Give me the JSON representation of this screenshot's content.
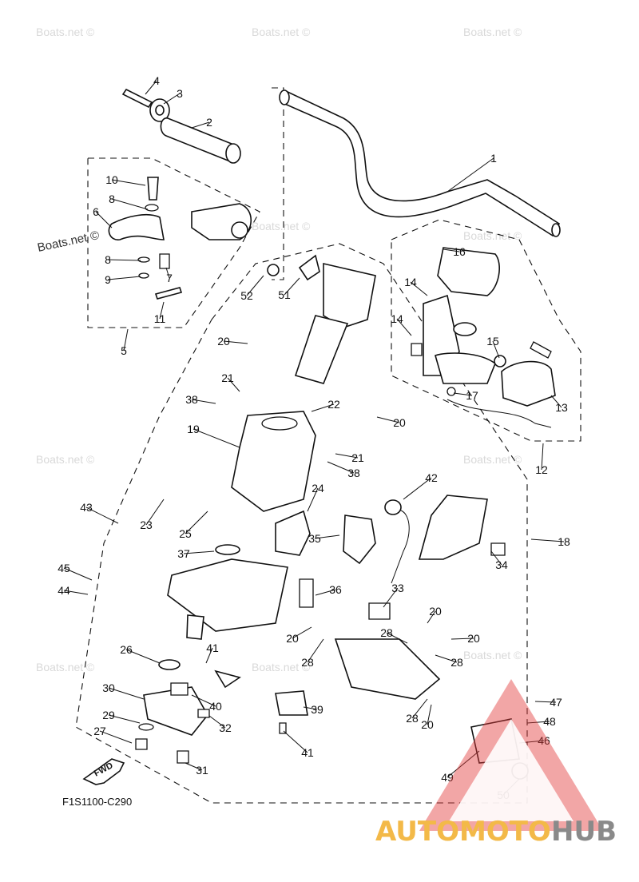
{
  "diagram": {
    "drawing_code": "F1S1100-C290",
    "fwd_label": "FWD",
    "watermark_text": "Boats.net ©",
    "brand": {
      "part1": "AUTOMOTO",
      "part2": "HUB",
      "color1": "#f3b948",
      "color2": "#8a8a8a",
      "triangle_color": "#e23a3a"
    },
    "callouts": [
      "1",
      "2",
      "3",
      "4",
      "5",
      "6",
      "7",
      "8",
      "8",
      "9",
      "10",
      "11",
      "12",
      "13",
      "14",
      "14",
      "15",
      "16",
      "17",
      "18",
      "19",
      "20",
      "20",
      "20",
      "20",
      "20",
      "20",
      "21",
      "21",
      "22",
      "23",
      "24",
      "25",
      "26",
      "27",
      "28",
      "28",
      "28",
      "28",
      "29",
      "30",
      "31",
      "32",
      "33",
      "34",
      "35",
      "36",
      "37",
      "38",
      "38",
      "39",
      "40",
      "41",
      "41",
      "42",
      "43",
      "44",
      "45",
      "46",
      "47",
      "48",
      "49",
      "50",
      "51",
      "52"
    ]
  }
}
